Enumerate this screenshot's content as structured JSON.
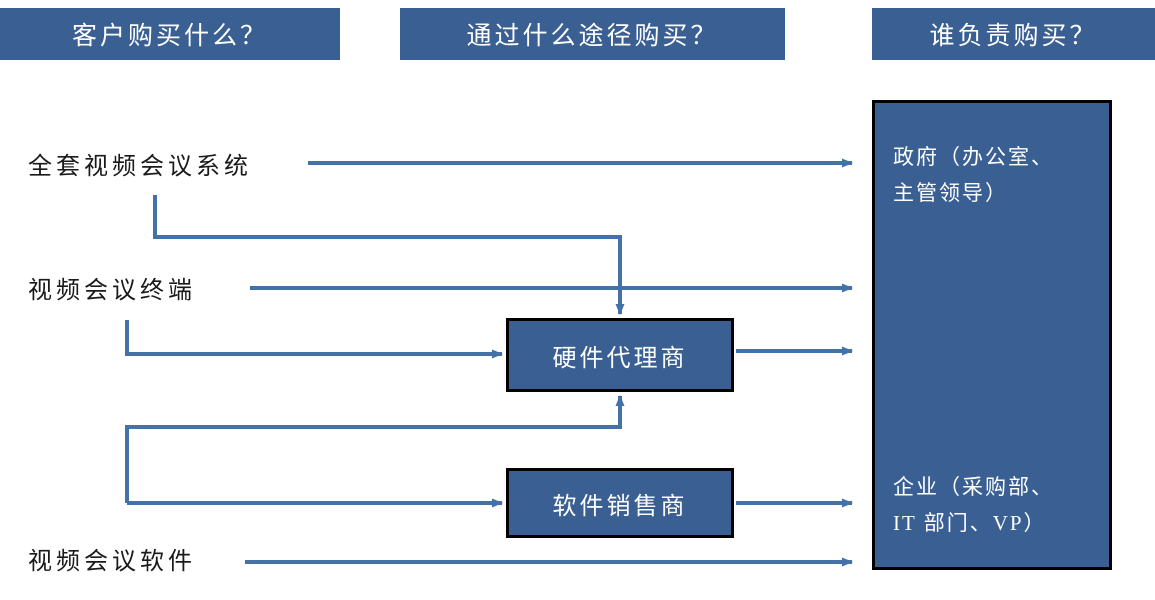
{
  "headers": [
    {
      "id": "hdr1",
      "label": "客户购买什么？"
    },
    {
      "id": "hdr2",
      "label": "通过什么途径购买？"
    },
    {
      "id": "hdr3",
      "label": "谁负责购买？"
    }
  ],
  "products": [
    {
      "id": "full-system",
      "label": "全套视频会议系统"
    },
    {
      "id": "terminal",
      "label": "视频会议终端"
    },
    {
      "id": "software",
      "label": "视频会议软件"
    }
  ],
  "channels": [
    {
      "id": "hardware-agent",
      "label": "硬件代理商"
    },
    {
      "id": "software-reseller",
      "label": "软件销售商"
    }
  ],
  "buyers": [
    {
      "id": "government",
      "line1": "政府（办公室、",
      "line2": "主管领导）"
    },
    {
      "id": "enterprise",
      "line1": "企业（采购部、",
      "line2": "IT 部门、VP）"
    }
  ],
  "colors": {
    "brand_blue": "#3a5f92",
    "connector_blue": "#4472a8",
    "border_black": "#000000",
    "text_light": "#ffffff",
    "text_dark": "#1a1a1a",
    "background": "#ffffff"
  },
  "connections": [
    {
      "id": "full-system-to-buyers",
      "from": "全套视频会议系统",
      "to": "谁负责购买？",
      "style": "direct-arrow"
    },
    {
      "id": "full-system-to-hardware",
      "from": "全套视频会议系统",
      "to": "硬件代理商",
      "style": "elbow-arrow"
    },
    {
      "id": "terminal-to-buyers",
      "from": "视频会议终端",
      "to": "谁负责购买？",
      "style": "direct-arrow"
    },
    {
      "id": "terminal-to-hardware",
      "from": "视频会议终端",
      "to": "硬件代理商",
      "style": "elbow-arrow"
    },
    {
      "id": "software-to-hardware",
      "from": "视频会议软件",
      "to": "硬件代理商",
      "style": "elbow-arrow"
    },
    {
      "id": "software-to-software-reseller",
      "from": "视频会议软件",
      "to": "软件销售商",
      "style": "elbow-arrow"
    },
    {
      "id": "software-to-buyers",
      "from": "视频会议软件",
      "to": "谁负责购买？",
      "style": "direct-arrow"
    },
    {
      "id": "hardware-to-buyers",
      "from": "硬件代理商",
      "to": "谁负责购买？",
      "style": "direct-arrow"
    },
    {
      "id": "software-reseller-to-buyers",
      "from": "软件销售商",
      "to": "谁负责购买？",
      "style": "direct-arrow"
    }
  ]
}
